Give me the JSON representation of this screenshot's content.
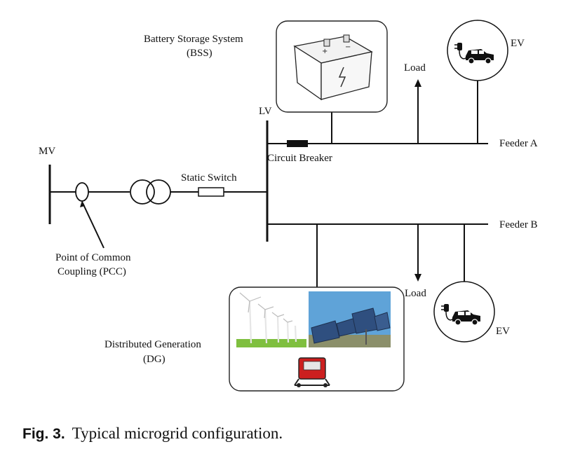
{
  "labels": {
    "mv": "MV",
    "lv": "LV",
    "bss_line1": "Battery Storage System",
    "bss_line2": "(BSS)",
    "load_a": "Load",
    "ev_a": "EV",
    "feeder_a": "Feeder A",
    "circuit_breaker": "Circuit Breaker",
    "static_switch": "Static Switch",
    "feeder_b": "Feeder B",
    "pcc_line1": "Point of Common",
    "pcc_line2": "Coupling (PCC)",
    "load_b": "Load",
    "ev_b": "EV",
    "dg_line1": "Distributed Generation",
    "dg_line2": "(DG)"
  },
  "caption": {
    "label": "Fig. 3.",
    "text": "Typical microgrid configuration."
  },
  "colors": {
    "line": "#111111",
    "sky": "#5fa3d8",
    "grass": "#7fbf3f",
    "panel": "#2f4f7f",
    "generator": "#cc1f1f"
  }
}
